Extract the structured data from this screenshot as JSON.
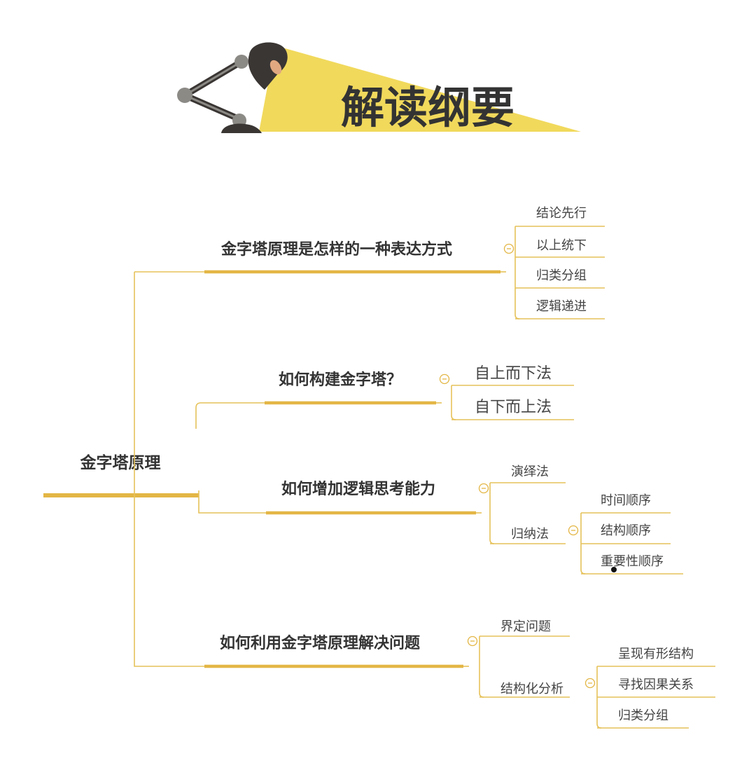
{
  "header": {
    "title": "解读纲要"
  },
  "colors": {
    "accent": "#e3b645",
    "line": "#e6c25a",
    "lamp_light": "#f1d95c",
    "lamp_dark": "#3a3634",
    "lamp_joint": "#8c8a85"
  },
  "icons": {
    "lamp": "desk-lamp-icon",
    "collapse": "minus-circle-icon"
  },
  "mindmap": {
    "root": "金字塔原理",
    "branches": [
      {
        "label": "金字塔原理是怎样的一种表达方式",
        "children": [
          {
            "label": "结论先行"
          },
          {
            "label": "以上统下"
          },
          {
            "label": "归类分组"
          },
          {
            "label": "逻辑递进"
          }
        ]
      },
      {
        "label": "如何构建金字塔？",
        "children": [
          {
            "label": "自上而下法"
          },
          {
            "label": "自下而上法"
          }
        ]
      },
      {
        "label": "如何增加逻辑思考能力",
        "children": [
          {
            "label": "演绎法"
          },
          {
            "label": "归纳法",
            "children": [
              {
                "label": "时间顺序"
              },
              {
                "label": "结构顺序"
              },
              {
                "label": "重要性顺序"
              }
            ]
          }
        ]
      },
      {
        "label": "如何利用金字塔原理解决问题",
        "children": [
          {
            "label": "界定问题"
          },
          {
            "label": "结构化分析",
            "children": [
              {
                "label": "呈现有形结构"
              },
              {
                "label": "寻找因果关系"
              },
              {
                "label": "归类分组"
              }
            ]
          }
        ]
      }
    ]
  }
}
